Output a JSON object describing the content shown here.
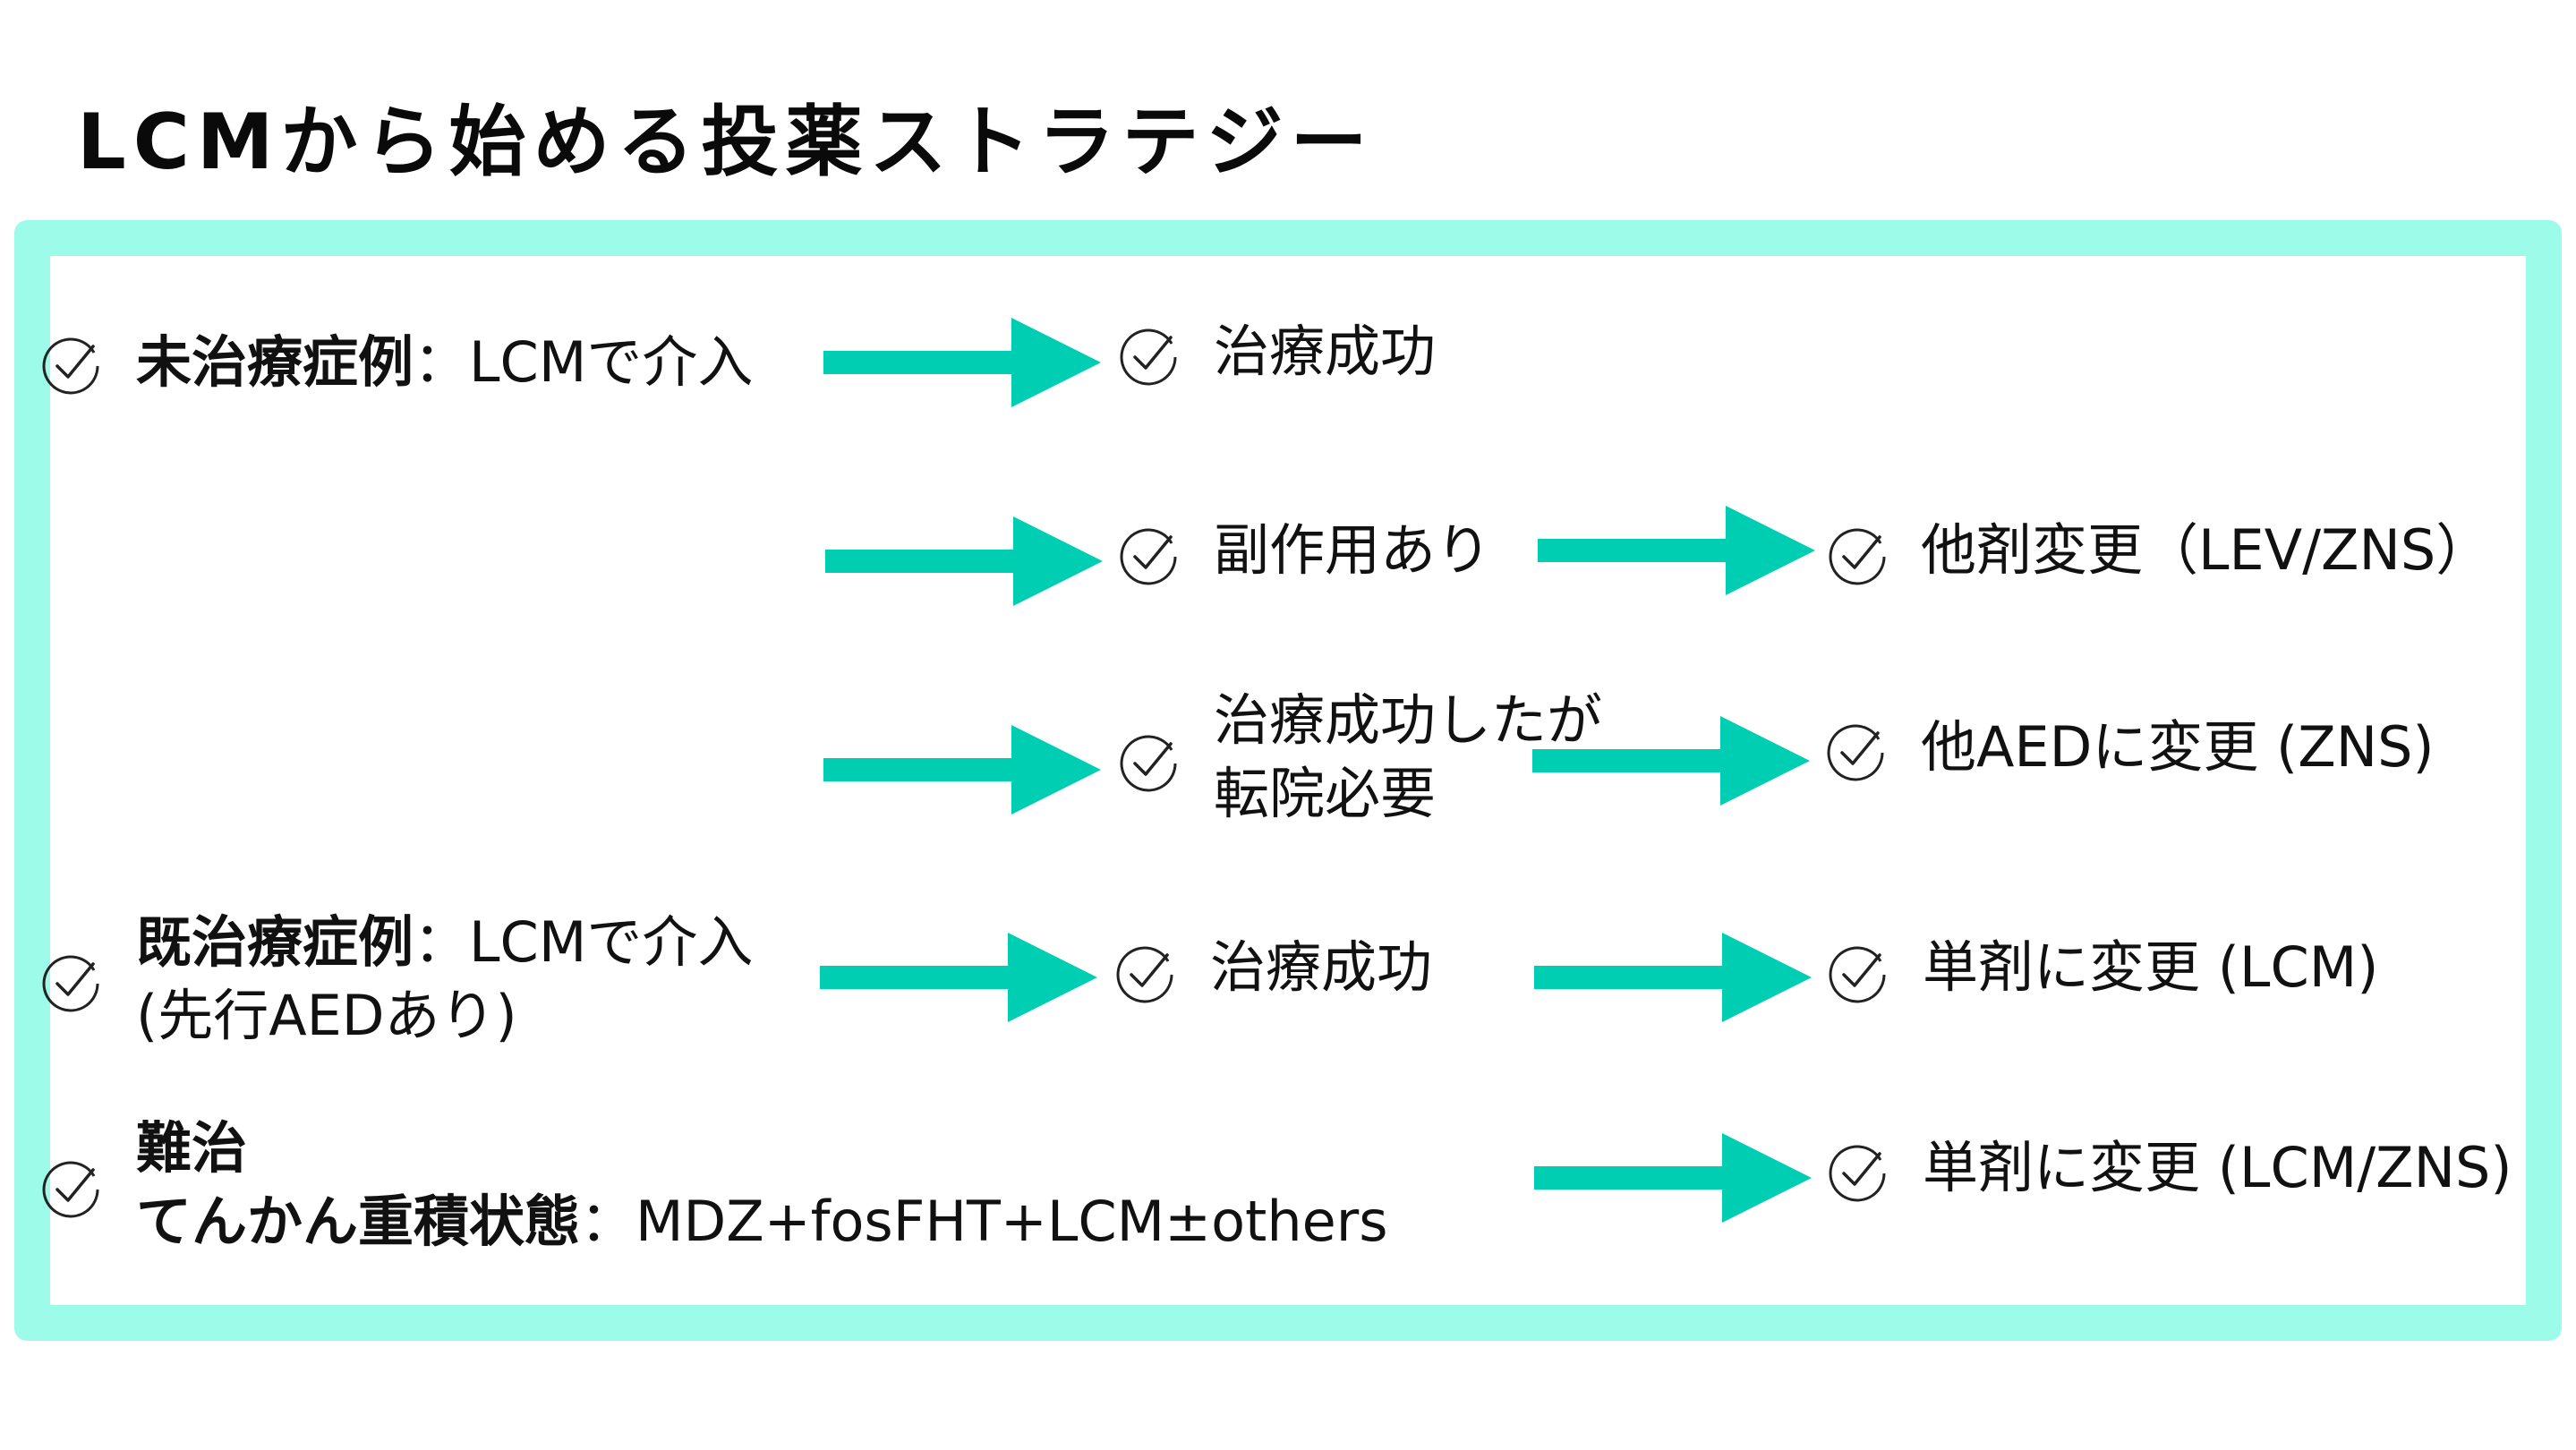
{
  "title": "LCMから始める投薬ストラテジー",
  "colors": {
    "frame": "#9cfbe9",
    "arrow": "#00ceb2",
    "check": "#222222"
  },
  "icons": {
    "check": "check-circle-icon",
    "arrow": "right-arrow-icon"
  },
  "rows": {
    "untreated": {
      "label_bold": "未治療症例",
      "label_rest": "：LCMで介入"
    },
    "previously_treated": {
      "label_bold": "既治療症例",
      "label_rest": "：LCMで介入",
      "label_line2": "(先行AEDあり)"
    },
    "refractory": {
      "label_bold_line1": "難治",
      "label_bold_line2": "てんかん重積状態",
      "label_rest": "：MDZ+fosFHT+LCM±others"
    }
  },
  "outcomes": {
    "success_1": "治療成功",
    "side_effect": "副作用あり",
    "success_transfer_line1": "治療成功したが",
    "success_transfer_line2": "転院必要",
    "success_2": "治療成功"
  },
  "next_steps": {
    "switch_lev_zns": "他剤変更（LEV/ZNS）",
    "switch_other_aed_zns": "他AEDに変更 (ZNS)",
    "mono_lcm": "単剤に変更 (LCM)",
    "mono_lcm_zns": "単剤に変更 (LCM/ZNS)"
  }
}
